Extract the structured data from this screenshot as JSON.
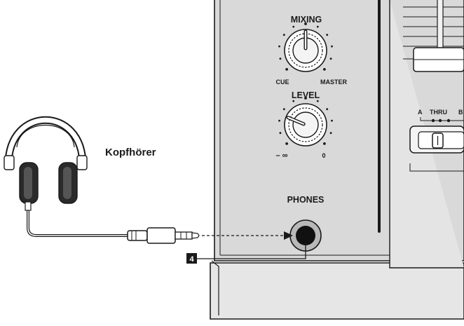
{
  "labels": {
    "mixing": "MIXING",
    "cue": "CUE",
    "master": "MASTER",
    "level": "LEVEL",
    "level_min": "– ∞",
    "level_max": "0",
    "phones": "PHONES",
    "headphones": "Kopfhörer",
    "callout_number": "4",
    "crossfader_assign_a": "A",
    "crossfader_assign_thru": "THRU",
    "crossfader_assign_b": "B"
  },
  "knobs": {
    "mixing_position": 0.5,
    "level_position": 0.25
  },
  "colors": {
    "panel_fill": "#d9d9d9",
    "panel_face": "#e4e4e4",
    "outline": "#1a1a1a",
    "callout_fill": "#1a1a1a",
    "callout_text": "#ffffff",
    "jack_fill": "#111111",
    "cable": "#1a1a1a"
  }
}
